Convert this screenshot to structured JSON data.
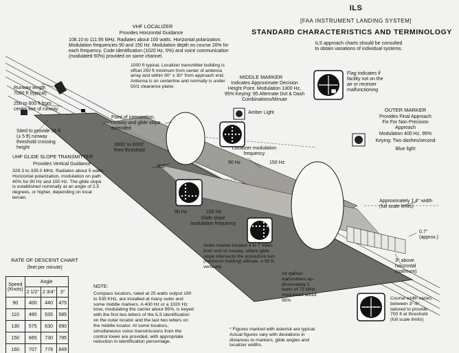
{
  "title": "ILS",
  "subtitle": "[FAA INSTRUMENT LANDING SYSTEM]",
  "heading": "STANDARD CHARACTERISTICS AND TERMINOLOGY",
  "approach_note": "ILS approach charts should be consulted\nto obtain variations of individual systems.",
  "vhf_localizer": {
    "title": "VHF LOCALIZER",
    "subtitle": "Provides Horizontal Guidance",
    "body": "108.10 to 111.95 MHz. Radiates about 100 watts. Horizontal polarization.\nModulation frequencies 90 and 150 Hz. Modulation depth on course 20% for\neach frequency. Code identification (1020 Hz, 5%) and voice communication\n(modulated 50%) provided on same channel.",
    "building": "1000 ft typical. Localizer transmitter building is\noffset 250 ft minimum from center of antenna\narray and within 90° ± 30° from approach end.\nAntenna is on centerline and normally is under\n50/1 clearance plane."
  },
  "runway_length": "Runway length\n7000 ft (typical)",
  "centerline_offset": "250 to 600 ft from\ncenter line of runway",
  "intersection": "Point of intersection,\nrunway and glide slope\nextended",
  "sited": "Sited to provide 55 ft\n(± 5 ft) runway\nthreshold crossing\nheight",
  "threshold_distance": "3000' to 6000'\nfrom threshold",
  "width_200": "200'",
  "glide_slope": {
    "title": "UHF GLIDE SLOPE TRANSMITTER",
    "subtitle": "Provides Vertical Guidance",
    "body": "329.3 to 335.0 MHz. Radiates about 5 watts.\nHorizontal polarization, modulation on path\n40% for 90 Hz and 150 Hz. The glide slope\nis established nominally at an angle of 2.5\ndegrees, or higher, depending on local\nterrain."
  },
  "middle_marker": {
    "title": "MIDDLE MARKER",
    "body": "Indicates Approximate Decision\nHeight Point. Modulation 1300 Hz,\n95% Keying: 95 Alternate Dot & Dash\nCombinations/Minute",
    "light": "Amber Light"
  },
  "flag_note": "Flag indicates if\nfacility not on the\nair or receiver\nmalfunctioning",
  "outer_marker": {
    "title": "OUTER MARKER",
    "body": "Provides Final Approach\nFix For Non Precision\nApproach",
    "modulation": "Modulation 400 Hz, 95%",
    "keying": "Keying: Two dashes/second",
    "light": "Blue light"
  },
  "loc_mod": {
    "title": "Localizer modulation\nfrequency",
    "left": "90 Hz",
    "right": "150 Hz"
  },
  "gs_mod": {
    "left": "90 Hz",
    "right": "150 Hz",
    "title": "Glide slope\nmodulation frequency"
  },
  "width_note": "Approximately 1.4° width\n(full scale limits)",
  "vert_angle": "0.7°\n(approx.)",
  "above_horiz": "3° above\nhorizontal\n(optimum)",
  "outer_marker_location": "Outer marker located 4 to 7 miles\nfrom end of runway, where glide\nslope intersects the procedure turn\n(minimum holding) altitude, ± 50 ft.\nvertically.",
  "all_markers": "All marker\ntransmitters ap-\nproximately 2\nwatts of 75 MHz\nmodulated about\n95%",
  "course_width": "Course width varies;\nbetween 3°-6°\ntailored to provide\n700 ft at threshold\n(full scale limits)",
  "figures_note": "* Figures marked with asterisk are typical.\nActual figures vary with deviations in\ndistances to markers, glide angles and\nlocalizer widths.",
  "rate_chart": {
    "title": "RATE OF DESCENT CHART",
    "subtitle": "(feet per minute)",
    "angle_header": "Angle",
    "speed_header": "Speed\n(Knots)",
    "angles": [
      "2 1/2°",
      "2 3/4°",
      "3°"
    ],
    "rows": [
      {
        "speed": "90",
        "values": [
          "400",
          "440",
          "475"
        ]
      },
      {
        "speed": "110",
        "values": [
          "485",
          "535",
          "585"
        ]
      },
      {
        "speed": "130",
        "values": [
          "575",
          "630",
          "690"
        ]
      },
      {
        "speed": "150",
        "values": [
          "665",
          "730",
          "795"
        ]
      },
      {
        "speed": "160",
        "values": [
          "707",
          "778",
          "849"
        ]
      }
    ]
  },
  "note": {
    "title": "NOTE:",
    "body": "Compass locators, rated at 25 watts output 190\nto 535 KHz, are installed at many outer and\nsome middle markers. A 400 Hz or a 1020 Hz\ntone, modulating the carrier about 95%, is keyed\nwith the first two letters of the ILS identification\non the outer locator and the last two letters on\nthe middle locator. At some locators,\nsimultaneous voice transmissions from the\ncontrol tower are provided, with appropriate\nreduction in identification percentage."
  }
}
